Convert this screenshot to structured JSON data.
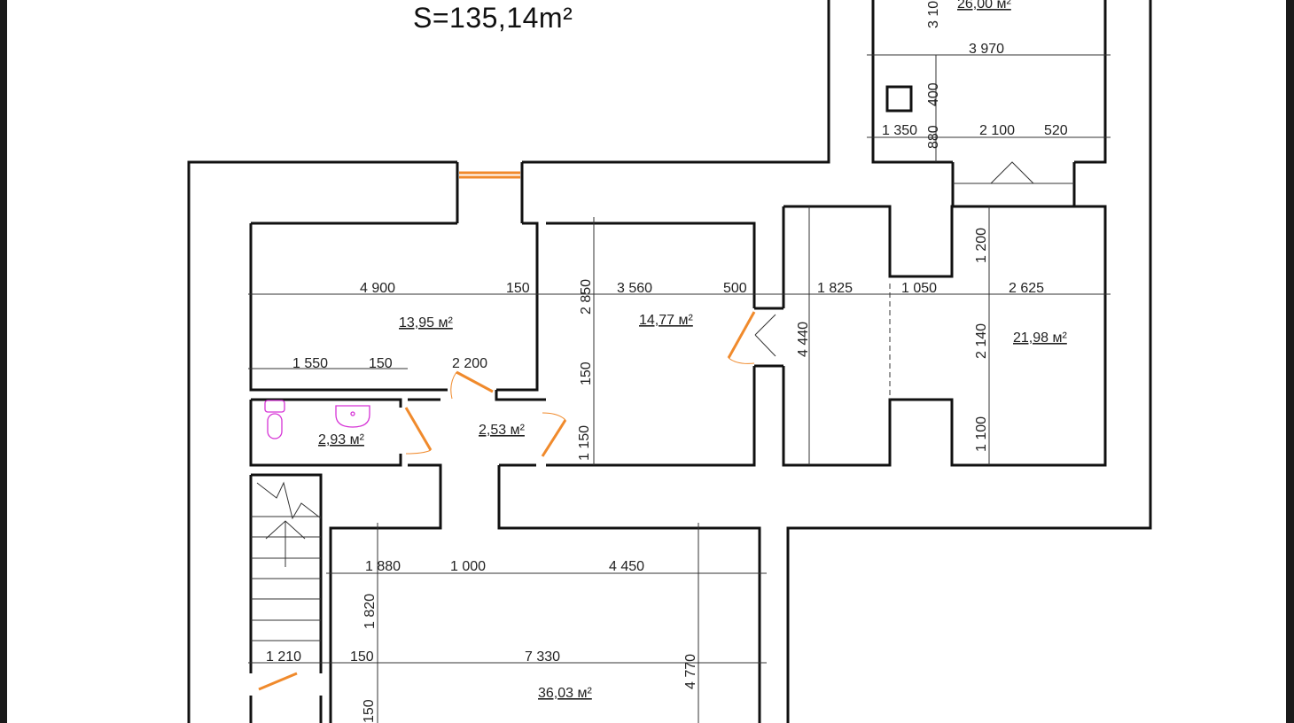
{
  "plan": {
    "total_area": "S=135,14m²",
    "rooms": [
      {
        "id": "hall-top",
        "area": "26,00 м²"
      },
      {
        "id": "room-a",
        "area": "13,95 м²"
      },
      {
        "id": "room-b",
        "area": "14,77 м²"
      },
      {
        "id": "room-c",
        "area": "21,98 м²"
      },
      {
        "id": "wc",
        "area": "2,93 м²"
      },
      {
        "id": "corridor",
        "area": "2,53 м²"
      },
      {
        "id": "big-room",
        "area": "36,03 м²"
      }
    ],
    "dimensions": [
      "3 10",
      "3 970",
      "400",
      "1 350",
      "880",
      "2 100",
      "520",
      "4 900",
      "150",
      "3 560",
      "500",
      "1 825",
      "1 050",
      "2 625",
      "2 850",
      "1 200",
      "4 440",
      "2 140",
      "1 550",
      "150",
      "2 200",
      "150",
      "1 100",
      "1 150",
      "1 880",
      "1 000",
      "4 450",
      "1 820",
      "1 210",
      "150",
      "7 330",
      "4 770",
      "150"
    ]
  },
  "colors": {
    "walls": "#111111",
    "doors": "#f08a2c",
    "fixtures": "#d633d6"
  }
}
